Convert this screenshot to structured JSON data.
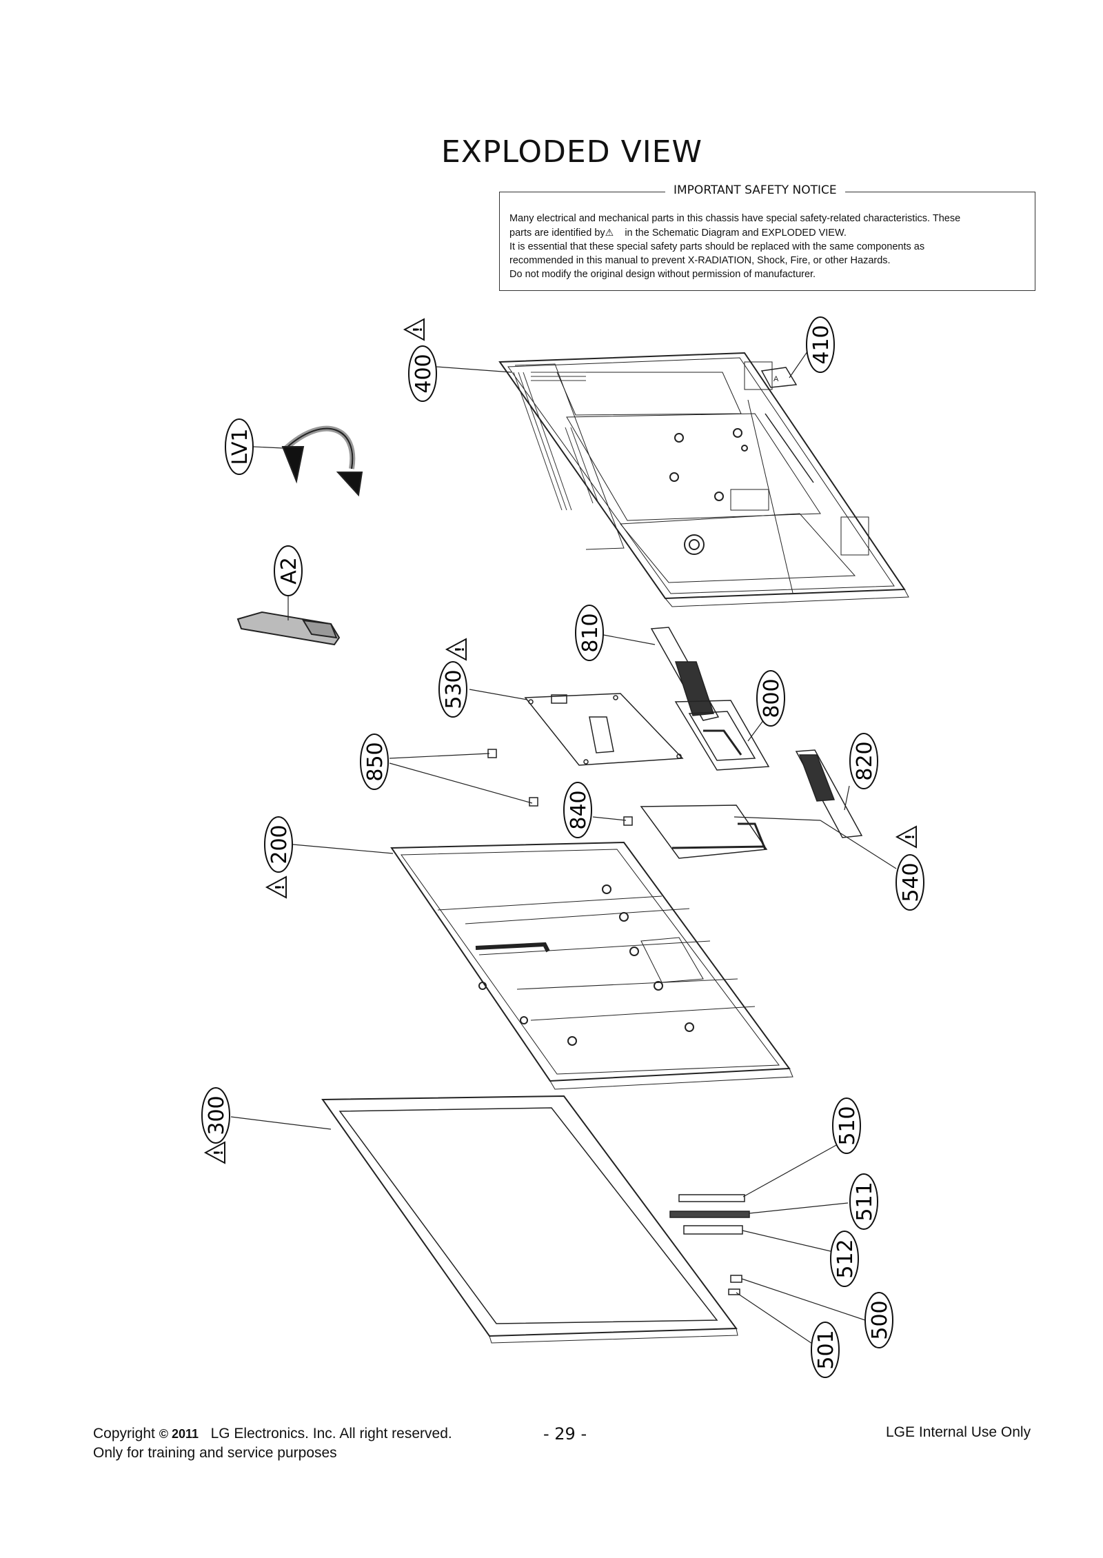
{
  "title": "EXPLODED VIEW",
  "notice": {
    "heading": "IMPORTANT SAFETY NOTICE",
    "line1": "Many electrical and mechanical parts in this chassis have special safety-related characteristics. These",
    "line2a": "parts are identified by",
    "line2b": "in the Schematic Diagram and EXPLODED VIEW.",
    "line3": "It is essential that these special safety parts should be replaced with the same components as",
    "line4": "recommended in this manual to prevent X-RADIATION, Shock, Fire, or other Hazards.",
    "line5": "Do not modify the original design without permission of manufacturer."
  },
  "callouts": {
    "c400": "400",
    "c410": "410",
    "cLV1": "LV1",
    "cA2": "A2",
    "c810": "810",
    "c530": "530",
    "c800": "800",
    "c820": "820",
    "c850": "850",
    "c840": "840",
    "c200": "200",
    "c540": "540",
    "c300": "300",
    "c510": "510",
    "c511": "511",
    "c512": "512",
    "c500": "500",
    "c501": "501"
  },
  "footer": {
    "copyright_prefix": "Copyright",
    "copyright_year": "© 2011",
    "company": "LG Electronics. Inc. All right reserved.",
    "purpose": "Only for training and service purposes",
    "page": "- 29 -",
    "internal": "LGE Internal Use Only"
  }
}
